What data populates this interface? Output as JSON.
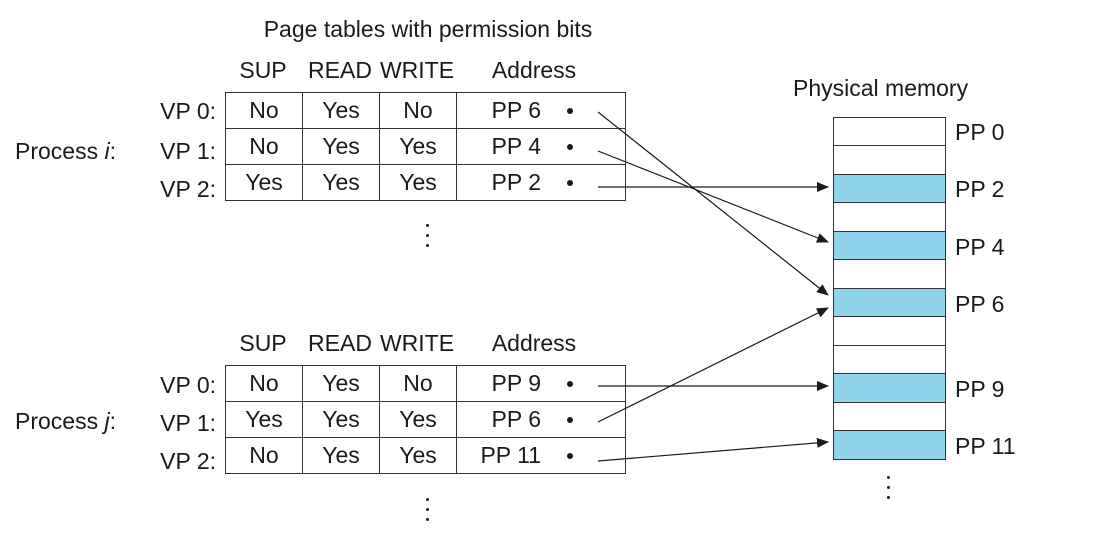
{
  "title": "Page tables with permission bits",
  "columns": [
    "SUP",
    "READ",
    "WRITE",
    "Address"
  ],
  "processes": [
    {
      "label_prefix": "Process ",
      "label_var": "i",
      "label_suffix": ":",
      "rows": [
        {
          "vp": "VP 0:",
          "sup": "No",
          "read": "Yes",
          "write": "No",
          "address": "PP 6"
        },
        {
          "vp": "VP 1:",
          "sup": "No",
          "read": "Yes",
          "write": "Yes",
          "address": "PP 4"
        },
        {
          "vp": "VP 2:",
          "sup": "Yes",
          "read": "Yes",
          "write": "Yes",
          "address": "PP 2"
        }
      ]
    },
    {
      "label_prefix": "Process ",
      "label_var": "j",
      "label_suffix": ":",
      "rows": [
        {
          "vp": "VP 0:",
          "sup": "No",
          "read": "Yes",
          "write": "No",
          "address": "PP 9"
        },
        {
          "vp": "VP 1:",
          "sup": "Yes",
          "read": "Yes",
          "write": "Yes",
          "address": "PP 6"
        },
        {
          "vp": "VP 2:",
          "sup": "No",
          "read": "Yes",
          "write": "Yes",
          "address": "PP 11"
        }
      ]
    }
  ],
  "physical_memory": {
    "title": "Physical memory",
    "labels": [
      "PP 0",
      "PP 2",
      "PP 4",
      "PP 6",
      "PP 9",
      "PP 11"
    ],
    "highlight_color": "#8fd3ec"
  },
  "mappings": [
    {
      "process": 0,
      "row": 0,
      "target": "PP 6"
    },
    {
      "process": 0,
      "row": 1,
      "target": "PP 4"
    },
    {
      "process": 0,
      "row": 2,
      "target": "PP 2"
    },
    {
      "process": 1,
      "row": 0,
      "target": "PP 9"
    },
    {
      "process": 1,
      "row": 1,
      "target": "PP 6"
    },
    {
      "process": 1,
      "row": 2,
      "target": "PP 11"
    }
  ]
}
